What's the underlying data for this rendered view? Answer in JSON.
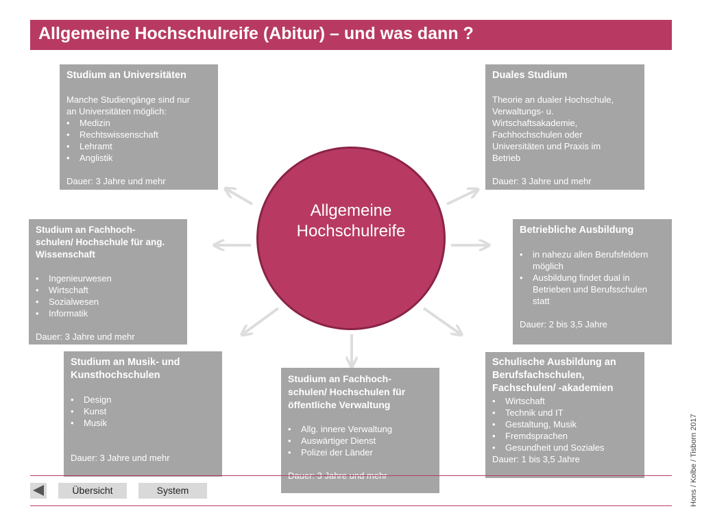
{
  "title": "Allgemeine Hochschulreife (Abitur) – und was dann ?",
  "center": {
    "line1": "Allgemeine",
    "line2": "Hochschulreife"
  },
  "boxes": {
    "uni": {
      "title": "Studium an Universitäten",
      "intro1": "Manche Studiengänge sind nur",
      "intro2": "an Universitäten möglich:",
      "items": [
        "Medizin",
        "Rechtswissenschaft",
        "Lehramt",
        "Anglistik"
      ],
      "duration": "Dauer: 3 Jahre und mehr"
    },
    "dual": {
      "title": "Duales Studium",
      "text": [
        "Theorie an dualer Hochschule,",
        "Verwaltungs- u.",
        "Wirtschaftsakademie,",
        "Fachhochschulen oder",
        "Universitäten und Praxis im",
        "Betrieb"
      ],
      "duration": "Dauer: 3 Jahre und mehr"
    },
    "fh": {
      "title": [
        "Studium an Fachhoch-",
        "schulen/ Hochschule für ang.",
        "Wissenschaft"
      ],
      "items": [
        "Ingenieurwesen",
        "Wirtschaft",
        "Sozialwesen",
        "Informatik"
      ],
      "duration": "Dauer: 3 Jahre und mehr"
    },
    "betrieb": {
      "title": "Betriebliche Ausbildung",
      "items": [
        [
          "in nahezu allen Berufsfeldern",
          "möglich"
        ],
        [
          "Ausbildung findet dual in",
          "Betrieben und Berufsschulen",
          "statt"
        ]
      ],
      "duration": "Dauer: 2 bis 3,5 Jahre"
    },
    "musik": {
      "title": [
        "Studium an Musik- und",
        "Kunsthochschulen"
      ],
      "items": [
        "Design",
        "Kunst",
        "Musik"
      ],
      "duration": "Dauer: 3 Jahre und mehr"
    },
    "verwaltung": {
      "title": [
        "Studium an Fachhoch-",
        "schulen/ Hochschulen für",
        "öffentliche Verwaltung"
      ],
      "items": [
        "Allg. innere Verwaltung",
        "Auswärtiger Dienst",
        "Polizei der Länder"
      ],
      "duration": "Dauer: 3 Jahre und mehr"
    },
    "schule": {
      "title": [
        "Schulische Ausbildung an",
        "Berufsfachschulen,",
        "Fachschulen/ -akademien"
      ],
      "items": [
        "Wirtschaft",
        "Technik und IT",
        "Gestaltung, Musik",
        "Fremdsprachen",
        "Gesundheit und Soziales"
      ],
      "duration": "Dauer: 1 bis 3,5 Jahre"
    }
  },
  "nav": {
    "overview": "Übersicht",
    "system": "System"
  },
  "credit": "Hons / Kolbe / Tisborn 2017",
  "colors": {
    "accent": "#b83a62",
    "box": "#a5a5a5",
    "arrow": "#dddddd"
  }
}
